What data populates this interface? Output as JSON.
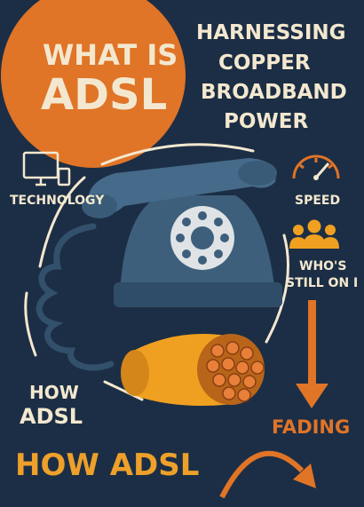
{
  "badge": {
    "line1": "WHAT IS",
    "line2": "ADSL"
  },
  "headline": {
    "line1": "HARNESSING",
    "line2": "COPPER",
    "line3": "BROADBAND",
    "line4": "POWER"
  },
  "labels": {
    "technology": "TECHNOLOGY",
    "speed": "SPEED",
    "whos_line1": "WHO'S",
    "whos_line2": "STILL ON I",
    "how_line1": "HOW",
    "how_line2": "ADSL",
    "fading": "FADING",
    "bottom": "HOW ADSL"
  },
  "colors": {
    "background": "#1c2e45",
    "accent_orange": "#e07427",
    "cream_text": "#f3e8cf",
    "phone_body": "#3d5f7c",
    "cable_yellow": "#f0a020"
  },
  "icons": [
    "computer-icon",
    "speedometer-icon",
    "people-icon",
    "rotary-phone-illustration",
    "copper-cable-illustration",
    "down-arrow-icon",
    "curved-arrow-icon"
  ]
}
